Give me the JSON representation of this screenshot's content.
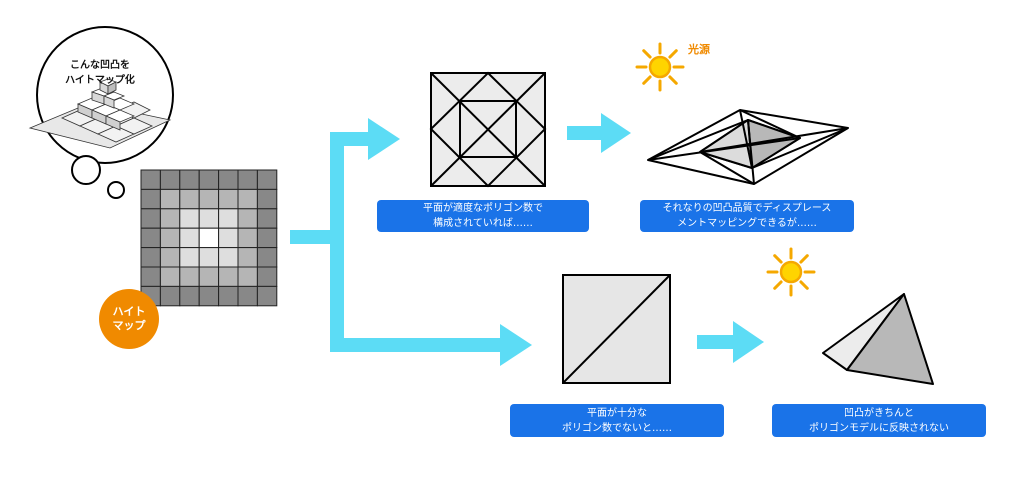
{
  "thought_bubble": {
    "line1": "こんな凹凸を",
    "line2": "ハイトマップ化"
  },
  "heightmap_badge": {
    "line1": "ハイト",
    "line2": "マップ"
  },
  "light_label": "光源",
  "captions": {
    "dense_polygon": {
      "line1": "平面が適度なポリゴン数で",
      "line2": "構成されていれば……"
    },
    "dense_result": {
      "line1": "それなりの凹凸品質でディスプレース",
      "line2": "メントマッピングできるが……"
    },
    "sparse_polygon": {
      "line1": "平面が十分な",
      "line2": "ポリゴン数でないと……"
    },
    "sparse_result": {
      "line1": "凹凸がきちんと",
      "line2": "ポリゴンモデルに反映されない"
    }
  },
  "colors": {
    "arrow": "#5cdcf5",
    "callout_bg": "#1a73e8",
    "badge": "#f08a00",
    "sun": "#f5a800",
    "sun_core": "#ffd400"
  }
}
